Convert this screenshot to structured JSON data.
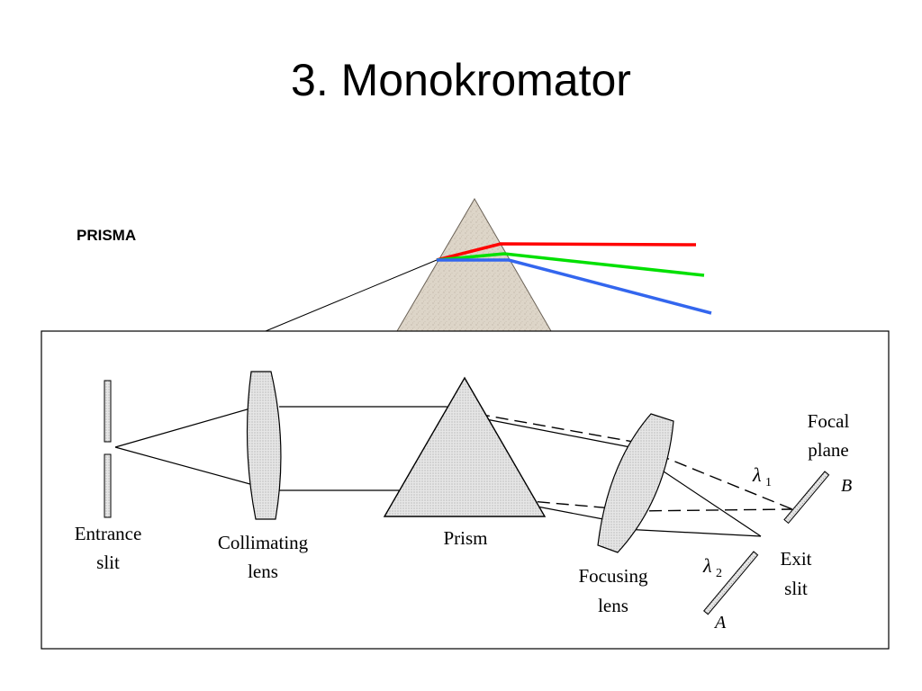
{
  "slide": {
    "title": "3. Monokromator",
    "prism_caption": "PRISMA"
  },
  "colors": {
    "red_ray": "#ff0000",
    "green_ray": "#00e000",
    "blue_ray": "#3366ee",
    "prism_fill": "#ddd5c8",
    "diagram_shade": "#cfcfcf"
  },
  "diagram": {
    "labels": {
      "entrance_1": "Entrance",
      "entrance_2": "slit",
      "collimating_1": "Collimating",
      "collimating_2": "lens",
      "prism": "Prism",
      "focusing_1": "Focusing",
      "focusing_2": "lens",
      "focal_1": "Focal",
      "focal_2": "plane",
      "exit_1": "Exit",
      "exit_2": "slit",
      "lambda1": "λ",
      "lambda1_sub": "1",
      "lambda2": "λ",
      "lambda2_sub": "2",
      "point_a": "A",
      "point_b": "B"
    }
  }
}
